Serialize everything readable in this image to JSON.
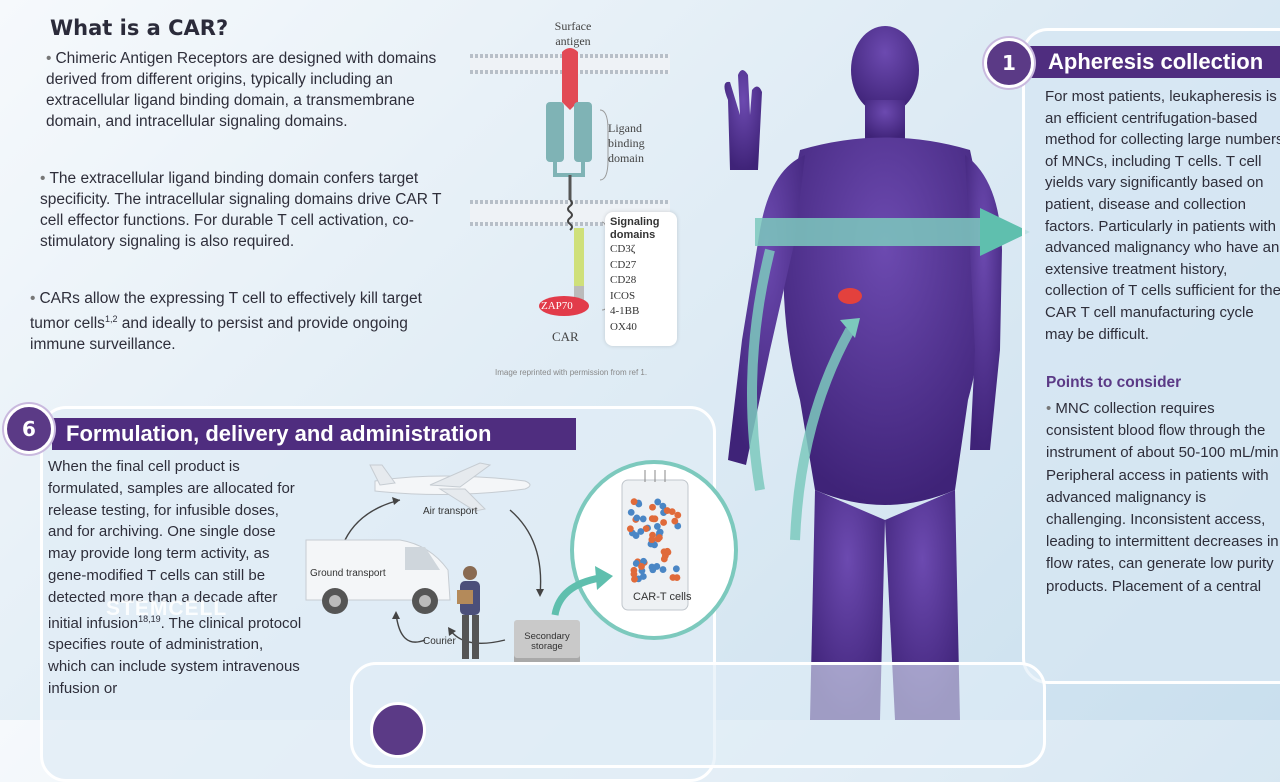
{
  "what_is_car": {
    "title": "What is a CAR?",
    "bullets": [
      "Chimeric Antigen Receptors are designed with domains derived from different origins, typically including an extracellular ligand binding domain, a transmembrane domain, and intracellular signaling domains.",
      "The extracellular ligand binding domain confers target specificity. The intracellular signaling domains drive CAR T cell effector functions. For durable T cell activation, co-stimulatory signaling is also required.",
      "CARs allow the expressing T cell to effectively kill target tumor cells"
    ],
    "bullet3_sup": "1,2",
    "bullet3_rest": " and ideally to persist and provide ongoing immune surveillance."
  },
  "diagram": {
    "surface_antigen": "Surface antigen",
    "ligand_binding": "Ligand binding domain",
    "zap70": "ZAP70",
    "car": "CAR",
    "signaling_header": "Signaling domains",
    "signaling_items": [
      "CD3ζ",
      "CD27",
      "CD28",
      "ICOS",
      "4-1BB",
      "OX40"
    ],
    "credit": "Image reprinted with permission from ref 1."
  },
  "step6": {
    "number": "6",
    "title": "Formulation, delivery and administration",
    "text_a": "When the final cell product is formulated, samples are allocated for release testing, for infusible doses, and for archiving. One single dose may provide long term activity, as gene-modified T cells can still be detected more than a decade after initial infusion",
    "text_sup": "18,19",
    "text_b": ". The clinical protocol specifies route of administration, which can include system intravenous infusion or",
    "labels": {
      "air": "Air transport",
      "ground": "Ground transport",
      "courier": "Courier",
      "storage": "Secondary storage",
      "cells": "CAR-T cells"
    }
  },
  "step1": {
    "number": "1",
    "title": "Apheresis collection",
    "text": "For most patients, leukapheresis is an efficient centrifugation-based method for collecting large numbers of MNCs, including T cells. T cell yields vary significantly based on patient, disease and collection factors. Particularly in patients with advanced malignancy who have an extensive treatment history, collection of T cells sufficient for the CAR T cell manufacturing cycle may be difficult.",
    "subheading": "Points to consider",
    "bullet": "MNC collection requires consistent blood flow through the instrument of about 50-100 mL/min. Peripheral access in patients with advanced malignancy is challenging. Inconsistent access, leading to intermittent decreases in flow rates, can generate low purity products. Placement of a central"
  },
  "watermark": "STEMCELL",
  "colors": {
    "banner": "#4f2d7f",
    "body_figure": "#5a3a92",
    "teal_arrow": "#5fbfae",
    "subheading": "#5b3a86"
  }
}
